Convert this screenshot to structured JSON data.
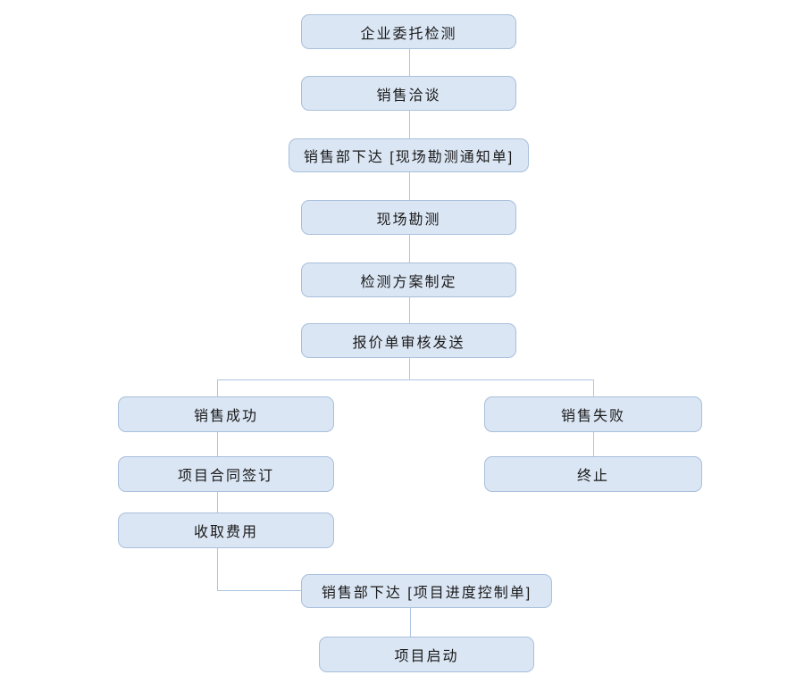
{
  "diagram": {
    "title": "enterprise-entrusted-testing-sales-flowchart",
    "colors": {
      "node_fill": "#dbe6f4",
      "node_border": "#a8bfdb",
      "connector": "#afc5e2",
      "text": "#1a1a1a",
      "background": "#ffffff"
    },
    "nodes": {
      "entrust": {
        "label": "企业委托检测"
      },
      "negotiation": {
        "label": "销售洽谈"
      },
      "survey_notice": {
        "label": "销售部下达 [现场勘测通知单]"
      },
      "site_survey": {
        "label": "现场勘测"
      },
      "plan": {
        "label": "检测方案制定"
      },
      "quotation": {
        "label": "报价单审核发送"
      },
      "sale_success": {
        "label": "销售成功"
      },
      "sale_fail": {
        "label": "销售失败"
      },
      "contract": {
        "label": "项目合同签订"
      },
      "terminate": {
        "label": "终止"
      },
      "collect_fee": {
        "label": "收取费用"
      },
      "progress_control": {
        "label": "销售部下达 [项目进度控制单]"
      },
      "project_start": {
        "label": "项目启动"
      }
    },
    "flow": [
      "企业委托检测 → 销售洽谈 → 销售部下达 [现场勘测通知单] → 现场勘测 → 检测方案制定 → 报价单审核发送",
      "报价单审核发送 → 销售成功 → 项目合同签订 → 收取费用 → 销售部下达 [项目进度控制单] → 项目启动",
      "报价单审核发送 → 销售失败 → 终止"
    ]
  }
}
